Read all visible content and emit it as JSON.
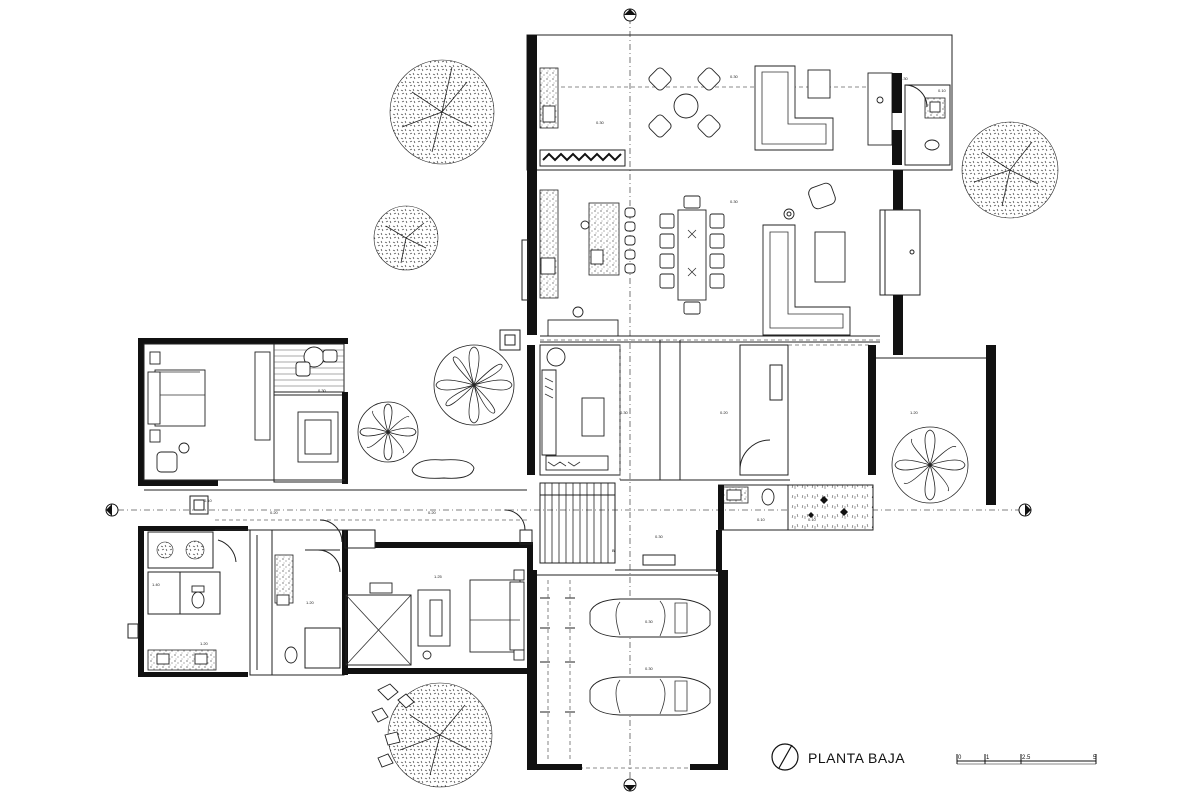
{
  "plan": {
    "title": "PLANTA BAJA",
    "scale_labels": [
      "0",
      "1",
      "2.5",
      "5"
    ],
    "level_labels": [
      "0.30",
      "0.30",
      "0.30",
      "0.30",
      "0.20",
      "1.20",
      "0.30",
      "0.20",
      "0.20",
      "1.25",
      "0.30",
      "0.10",
      "0.10",
      "1.40",
      "1.20",
      "1.20",
      "0.30",
      "0.30",
      "0.30",
      "0.10",
      "0.10"
    ],
    "section_marker_label": "B"
  }
}
